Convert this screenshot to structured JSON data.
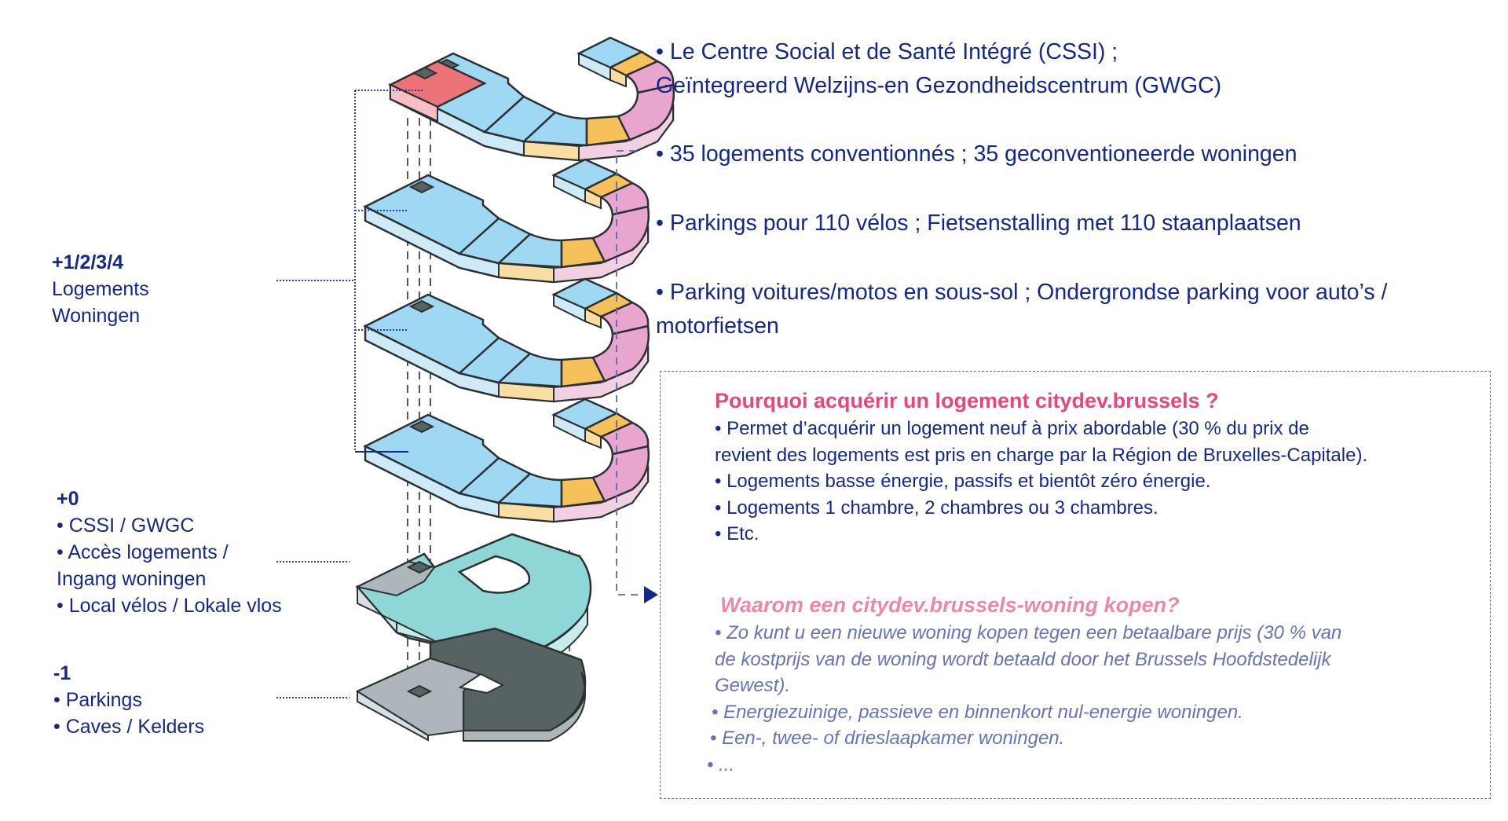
{
  "colors": {
    "primary_text": "#14288c",
    "fr_heading": "#e8457a",
    "nl_heading": "#ee86ac",
    "nl_text": "#6673b9",
    "unit_blue": "#9fd8f2",
    "unit_orange": "#f6c15a",
    "unit_pink": "#e8a5cd",
    "unit_red": "#ec7478",
    "ground_teal": "#8ed7d6",
    "basement_dark": "#576363",
    "basement_grey": "#adb7bb"
  },
  "left_labels": {
    "upper_floors": {
      "level": "+1/2/3/4",
      "lines": [
        "Logements",
        "Woningen"
      ]
    },
    "ground_floor": {
      "level": "+0",
      "lines": [
        "• CSSI / GWGC",
        "• Accès logements /",
        "Ingang woningen",
        "• Local vélos / Lokale vlos"
      ]
    },
    "basement": {
      "level": "-1",
      "lines": [
        "• Parkings",
        "• Caves / Kelders"
      ]
    }
  },
  "right_items": [
    {
      "lines": [
        "• Le Centre Social et de Santé Intégré (CSSI) ;",
        "Geïntegreerd Welzijns-en Gezondheidscentrum (GWGC)"
      ]
    },
    {
      "lines": [
        "• 35 logements conventionnés ; 35 geconventioneerde woningen"
      ]
    },
    {
      "lines": [
        "• Parkings pour 110 vélos ; Fietsenstalling met 110 staanplaatsen"
      ]
    },
    {
      "lines": [
        "• Parking voitures/motos en sous-sol ; Ondergrondse parking voor auto’s /",
        "motorfietsen"
      ]
    }
  ],
  "info_box": {
    "fr": {
      "heading": "Pourquoi acquérir un logement citydev.brussels ?",
      "lines": [
        "• Permet d’acquérir un logement neuf à prix abordable (30 % du prix de",
        "revient des logements est pris en charge par la Région de Bruxelles-Capitale).",
        "• Logements basse énergie, passifs et bientôt zéro énergie.",
        "• Logements 1 chambre, 2 chambres ou 3 chambres.",
        "•  Etc."
      ]
    },
    "nl": {
      "heading": "Waarom een citydev.brussels-woning kopen?",
      "lines": [
        " •  Zo kunt u een nieuwe woning kopen tegen een betaalbare prijs (30 % van",
        "de kostprijs van de woning wordt betaald door het Brussels Hoofdstedelijk",
        "Gewest).",
        "•  Energiezuinige, passieve en binnenkort nul-energie woningen.",
        "•  Een-, twee- of drieslaapkamer woningen.",
        "•  ..."
      ]
    }
  }
}
